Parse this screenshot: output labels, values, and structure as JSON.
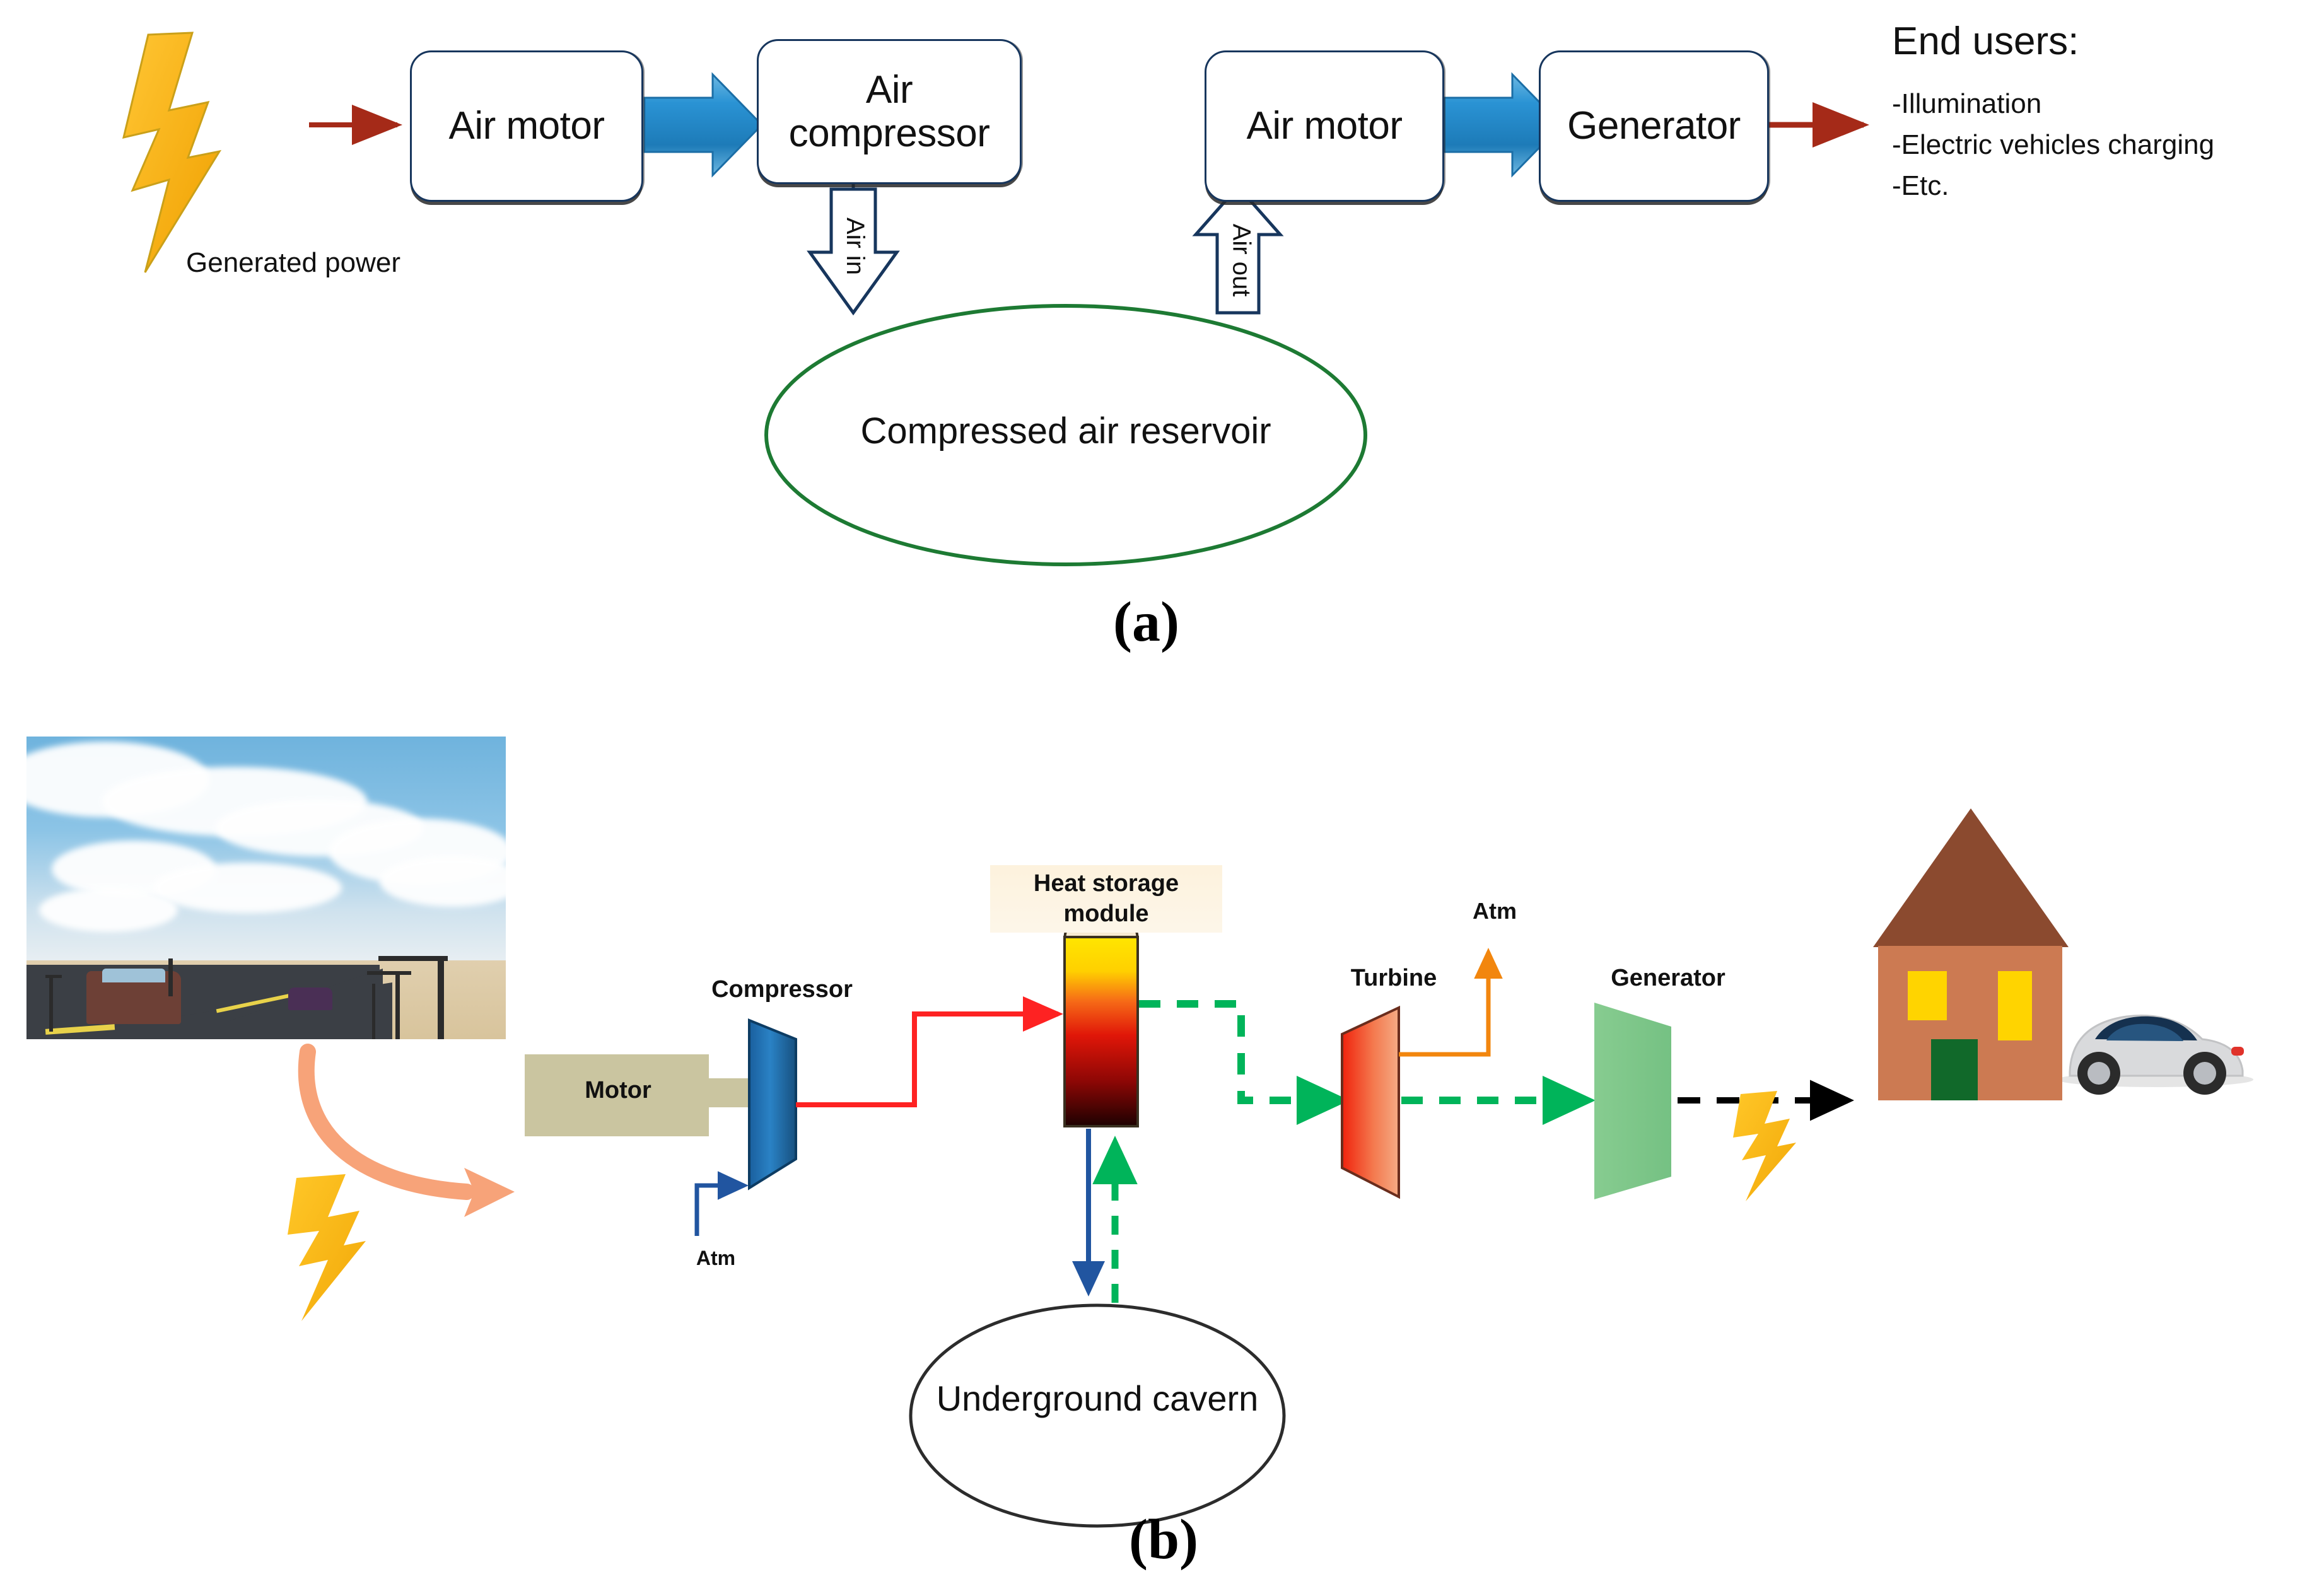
{
  "figure": {
    "panel_a_label": "(a)",
    "panel_b_label": "(b)"
  },
  "panel_a": {
    "blocks": [
      {
        "id": "air-motor-1",
        "label": "Air motor"
      },
      {
        "id": "air-compressor",
        "label": "Air\ncompressor"
      },
      {
        "id": "air-motor-2",
        "label": "Air motor"
      },
      {
        "id": "generator",
        "label": "Generator"
      }
    ],
    "source_label": "Generated power",
    "air_in_label": "Air in",
    "air_out_label": "Air out",
    "reservoir_label": "Compressed air reservoir",
    "end_users": {
      "title": "End users:",
      "items": [
        "-Illumination",
        "-Electric vehicles charging",
        "-Etc."
      ]
    },
    "colors": {
      "box_border": "#17365d",
      "block_arrow": "#1f86c8",
      "thin_arrow": "#a52a18",
      "reservoir_outline": "#1d7a33",
      "lightning": "#f5a623"
    }
  },
  "panel_b": {
    "motor_label": "Motor",
    "compressor_label": "Compressor",
    "heat_storage_label": "Heat storage\nmodule",
    "turbine_label": "Turbine",
    "generator_label": "Generator",
    "atm_inlet_label": "Atm",
    "atm_outlet_label": "Atm",
    "cavern_label": "Underground cavern",
    "photo_caption": "road scene with cars and street lamps",
    "colors": {
      "motor": "#cac5a0",
      "compressor": "#1f6fb0",
      "turbine_hot": "#f23a17",
      "turbine_cool": "#f2a07a",
      "generator": "#83c98c",
      "hot_line": "#fe2222",
      "cold_line": "#00b45a",
      "cavern_line": "#2155a0",
      "atm_line": "#f2860e",
      "power_line": "#000000",
      "curved_arrow": "#f7a379",
      "lightning": "#f5b41b",
      "house_wall": "#cc7a52",
      "house_roof": "#8b4a2f",
      "house_window": "#ffd400",
      "house_door": "#11692a",
      "car_body": "#d9dadc"
    }
  }
}
